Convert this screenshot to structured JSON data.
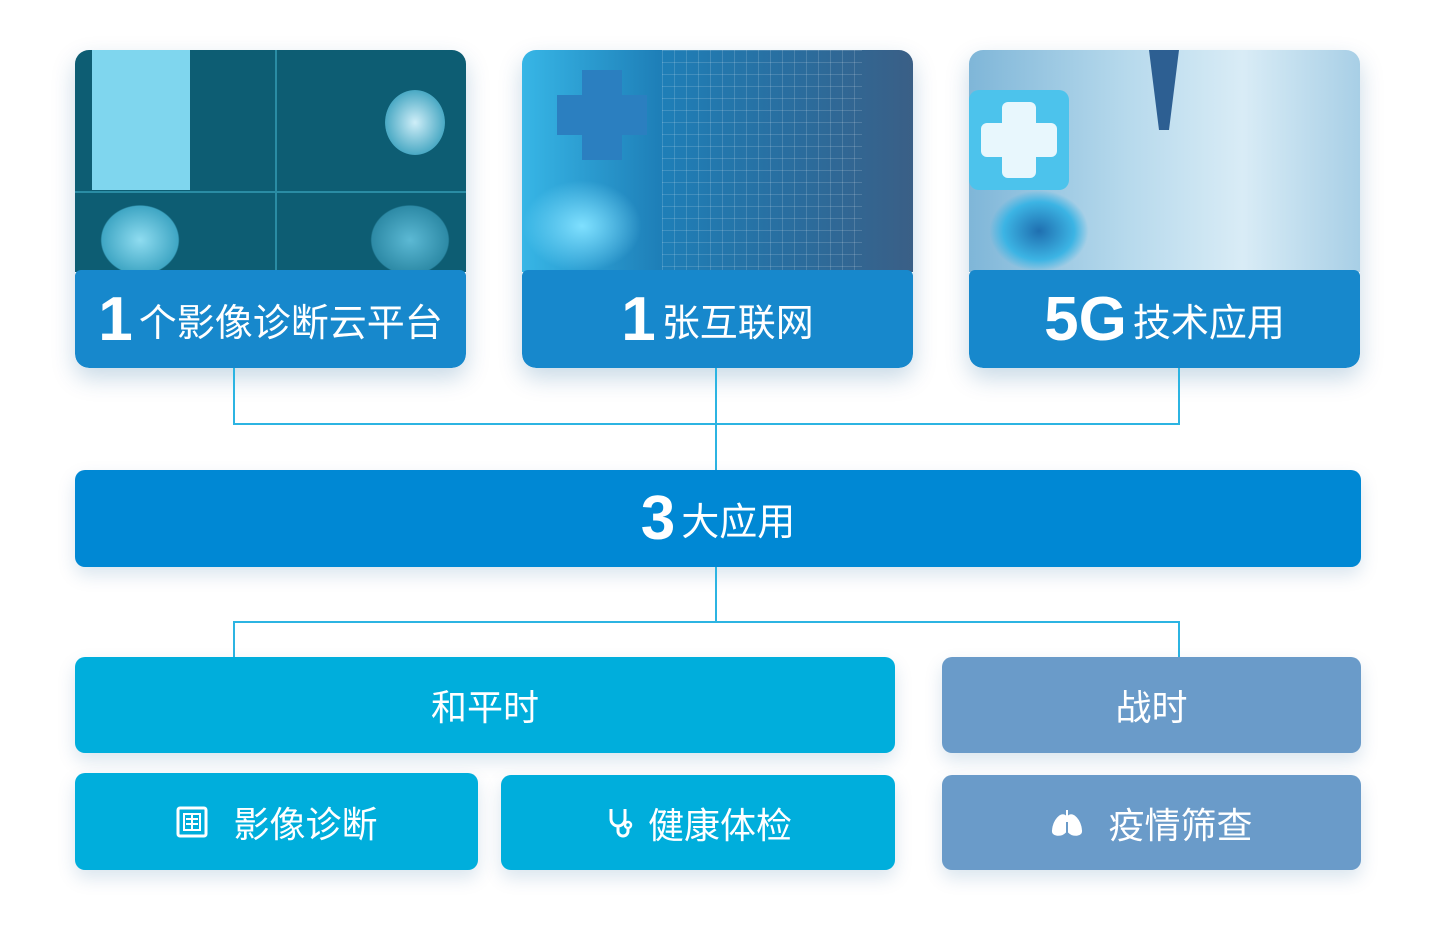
{
  "top_cards": [
    {
      "number": "1",
      "text": "个影像诊断云平台"
    },
    {
      "number": "1",
      "text": "张互联网"
    },
    {
      "number": "5G",
      "text": "技术应用"
    }
  ],
  "center": {
    "number": "3",
    "text": "大应用"
  },
  "categories": {
    "peace": "和平时",
    "war": "战时"
  },
  "apps": [
    {
      "label": "影像诊断",
      "icon": "xray-icon"
    },
    {
      "label": "健康体检",
      "icon": "stethoscope-icon"
    },
    {
      "label": "疫情筛查",
      "icon": "lungs-icon"
    }
  ],
  "colors": {
    "label_bar": "#1788cc",
    "center_bar": "#0088d4",
    "peace": "#00aedc",
    "war": "#6a9bc9",
    "connector": "#2cb4e2"
  }
}
